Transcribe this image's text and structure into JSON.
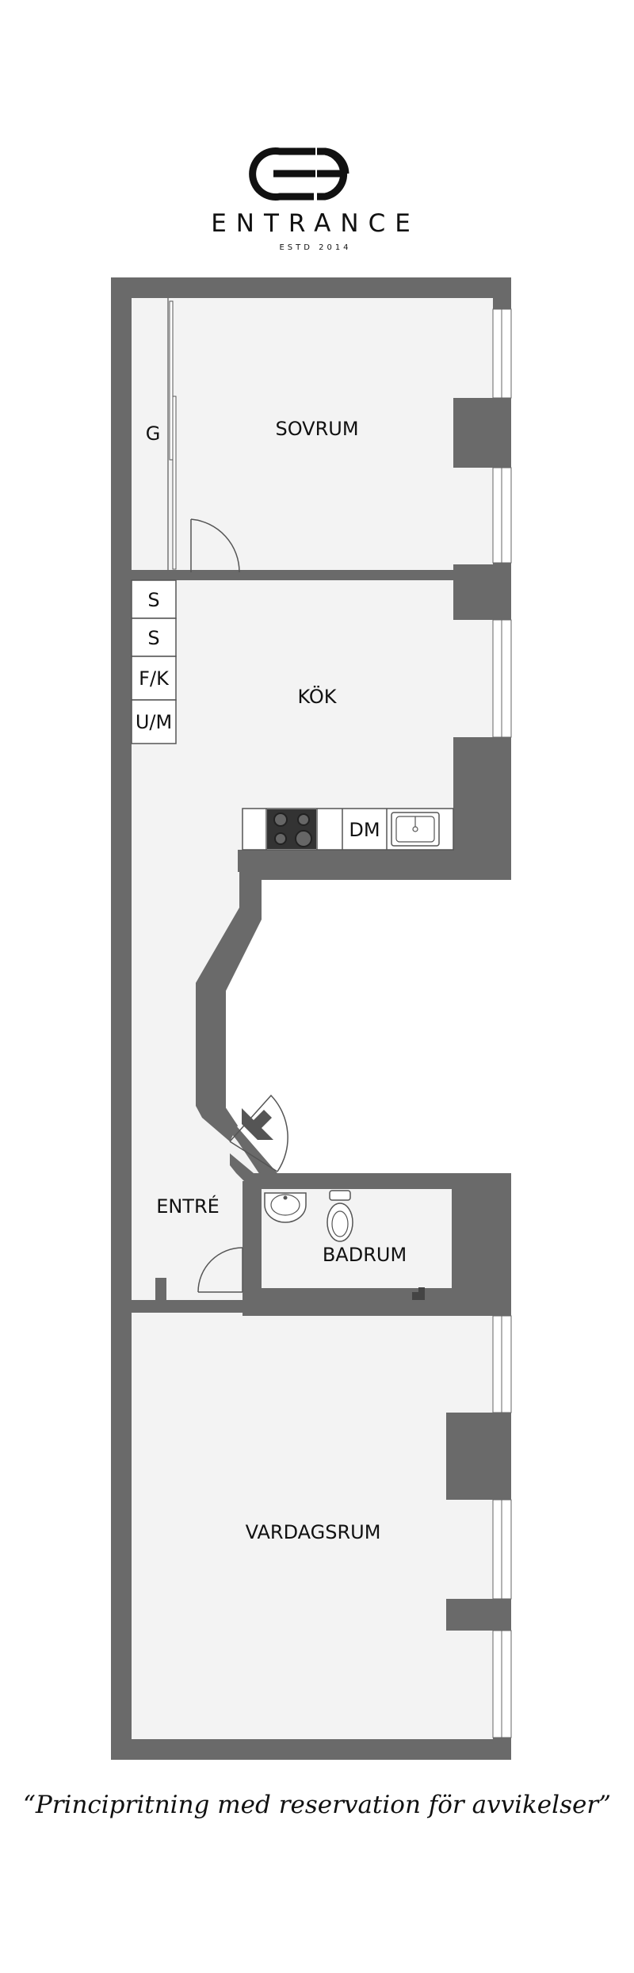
{
  "brand": {
    "name": "ENTRANCE",
    "established": "ESTD 2014"
  },
  "rooms": {
    "sovrum": "SOVRUM",
    "kok": "KÖK",
    "entre": "ENTRÉ",
    "badrum": "BADRUM",
    "vardagsrum": "VARDAGSRUM"
  },
  "labels": {
    "garderob": "G",
    "storage_1": "S",
    "storage_2": "S",
    "fridge_freezer": "F/K",
    "microwave_oven": "U/M",
    "dishwasher": "DM"
  },
  "disclaimer": "“Principritning med reservation för avvikelser”",
  "colors": {
    "wall": "#6a6a6a",
    "floor": "#f3f3f3",
    "ink": "#111111"
  }
}
